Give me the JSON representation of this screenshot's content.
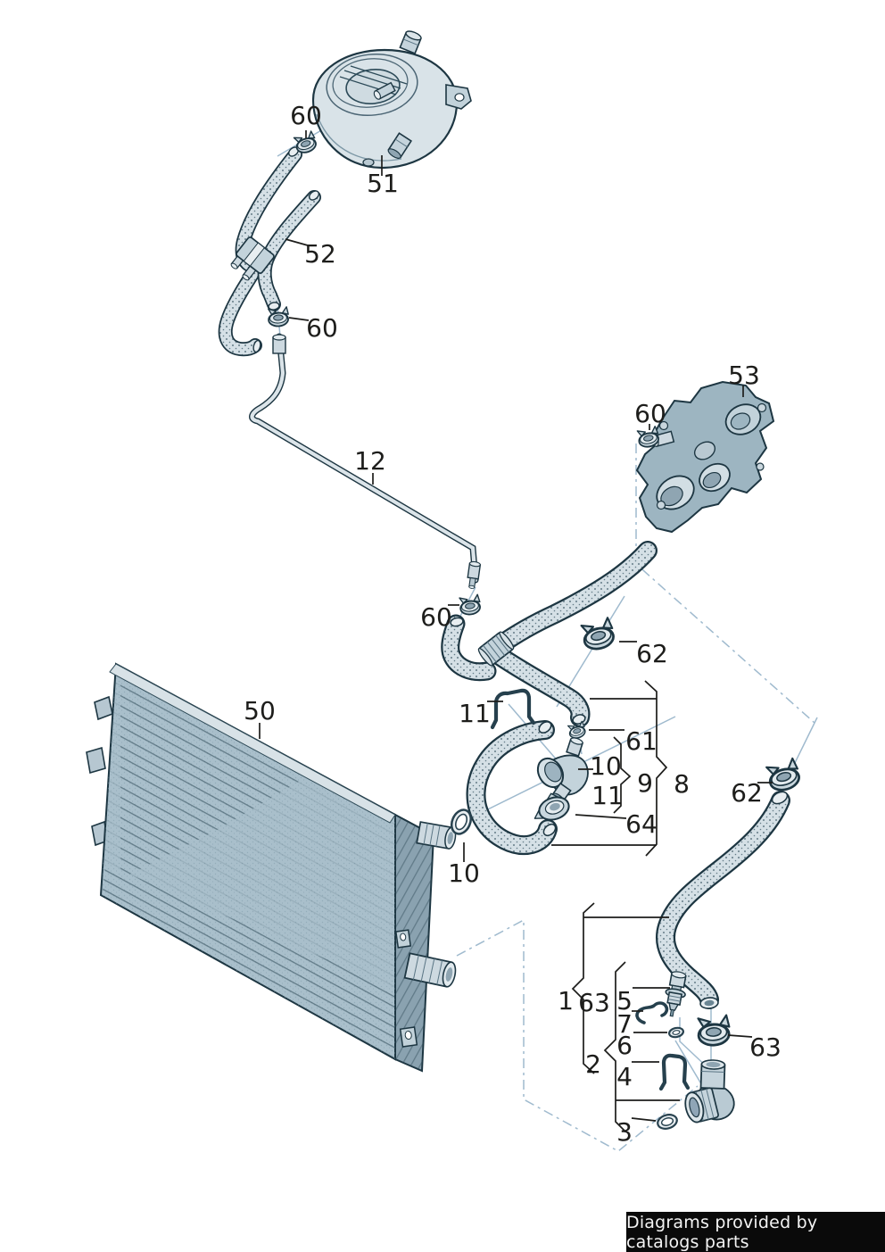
{
  "footer": {
    "text": "Diagrams provided by catalogs parts"
  },
  "colors": {
    "outline": "#1d3642",
    "hose_fill": "#d5e0e6",
    "metal_fill": "#cdd9e0",
    "radiator_face": "#a9bfcb",
    "radiator_side": "#8aa2b0",
    "construction_line": "#9fbace",
    "label_color": "#1d1d1b",
    "footer_bg": "#0a0a0a",
    "footer_fg": "#f4f4f4"
  },
  "callouts": [
    {
      "part": "60",
      "text": "60"
    },
    {
      "part": "51",
      "text": "51"
    },
    {
      "part": "52",
      "text": "52"
    },
    {
      "part": "60",
      "text": "60"
    },
    {
      "part": "12",
      "text": "12"
    },
    {
      "part": "60",
      "text": "60"
    },
    {
      "part": "53",
      "text": "53"
    },
    {
      "part": "60",
      "text": "60"
    },
    {
      "part": "62",
      "text": "62"
    },
    {
      "part": "11",
      "text": "11"
    },
    {
      "part": "61",
      "text": "61"
    },
    {
      "part": "10",
      "text": "10"
    },
    {
      "part": "9",
      "text": "9"
    },
    {
      "part": "11",
      "text": "11"
    },
    {
      "part": "8",
      "text": "8"
    },
    {
      "part": "64",
      "text": "64"
    },
    {
      "part": "62",
      "text": "62"
    },
    {
      "part": "50",
      "text": "50"
    },
    {
      "part": "10",
      "text": "10"
    },
    {
      "part": "1",
      "text": "1"
    },
    {
      "part": "63",
      "text": "63"
    },
    {
      "part": "5",
      "text": "5"
    },
    {
      "part": "7",
      "text": "7"
    },
    {
      "part": "6",
      "text": "6"
    },
    {
      "part": "2",
      "text": "2"
    },
    {
      "part": "4",
      "text": "4"
    },
    {
      "part": "63",
      "text": "63"
    },
    {
      "part": "3",
      "text": "3"
    }
  ]
}
